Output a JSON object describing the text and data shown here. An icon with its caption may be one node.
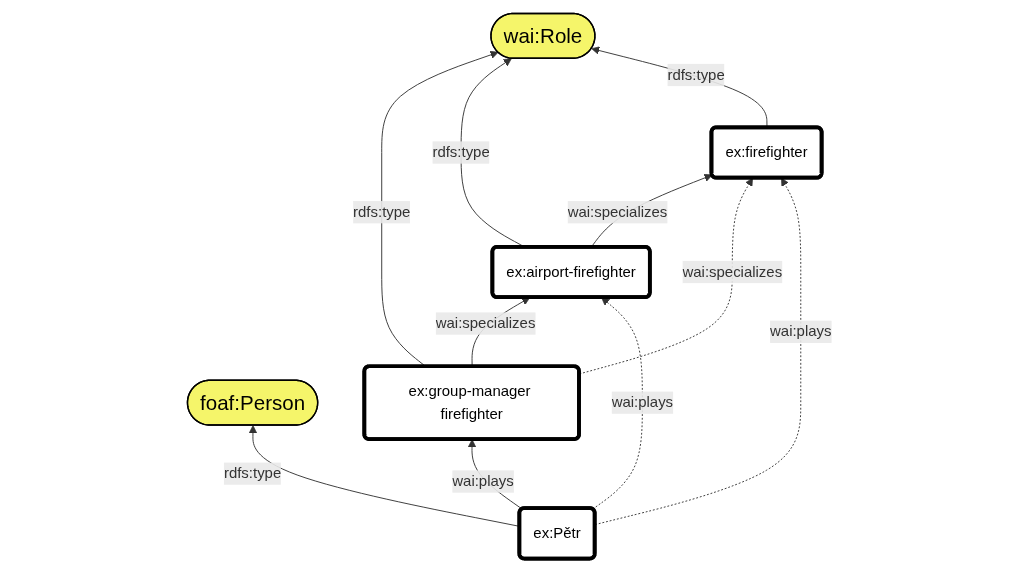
{
  "diagram": {
    "nodes": [
      {
        "text": [
          "foaf:Person"
        ]
      },
      {
        "text": [
          "wai:Role"
        ]
      },
      {
        "text": [
          "ex:Pětr"
        ]
      },
      {
        "text": [
          "ex:group-manager firefighter"
        ]
      },
      {
        "text": [
          "ex:airport-firefighter"
        ]
      },
      {
        "text": [
          "ex:firefighter"
        ]
      }
    ],
    "edges": [
      {
        "from": 2,
        "to": 0,
        "arrow": "to",
        "label": "rdfs:type"
      },
      {
        "from": 3,
        "to": 1,
        "arrow": "to",
        "label": "rdfs:type"
      },
      {
        "from": 4,
        "to": 1,
        "arrow": "to",
        "label": "rdfs:type"
      },
      {
        "from": 5,
        "to": 1,
        "arrow": "to",
        "label": "rdfs:type"
      },
      {
        "from": 2,
        "to": 3,
        "arrow": "to",
        "label": "wai:plays"
      },
      {
        "from": 3,
        "to": 4,
        "arrow": "to",
        "label": "wai:specializes"
      },
      {
        "from": 2,
        "to": 4,
        "arrow": "to",
        "label": "wai:plays",
        "style": "dashed"
      },
      {
        "from": 4,
        "to": 5,
        "arrow": "to",
        "label": "wai:specializes"
      },
      {
        "from": 3,
        "to": 5,
        "arrow": "to",
        "label": "wai:specializes",
        "style": "dashed"
      },
      {
        "from": 2,
        "to": 5,
        "arrow": "to",
        "label": "wai:plays",
        "style": "dashed"
      }
    ]
  }
}
